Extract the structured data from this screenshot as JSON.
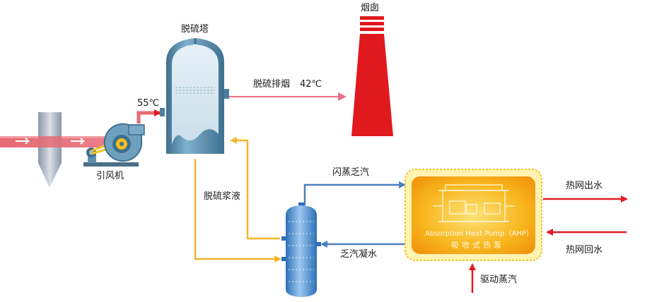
{
  "labels": {
    "chimney": "烟囱",
    "desulfurization_tower": "脱硫塔",
    "flue_gas_out": "脱硫排烟",
    "flue_gas_temp": "42℃",
    "inlet_temp": "55℃",
    "fan": "引风机",
    "slurry": "脱硫浆液",
    "flash_steam": "闪蒸乏汽",
    "condensate": "乏汽凝水",
    "hot_water_out": "热网出水",
    "hot_water_return": "热网回水",
    "drive_steam": "驱动蒸汽"
  },
  "ahp": {
    "name_en": "Absorption Heat Pump（AHP）",
    "name_cn": "吸收式热泵"
  },
  "colors": {
    "flue_gas": "#e8646e",
    "chimney": "#e0191f",
    "slurry": "#f6b52b",
    "steam_line": "#4d7fbf",
    "hot_water": "#e31b23",
    "tower": "#5f8fae",
    "ahp_core": "#f7b219"
  }
}
